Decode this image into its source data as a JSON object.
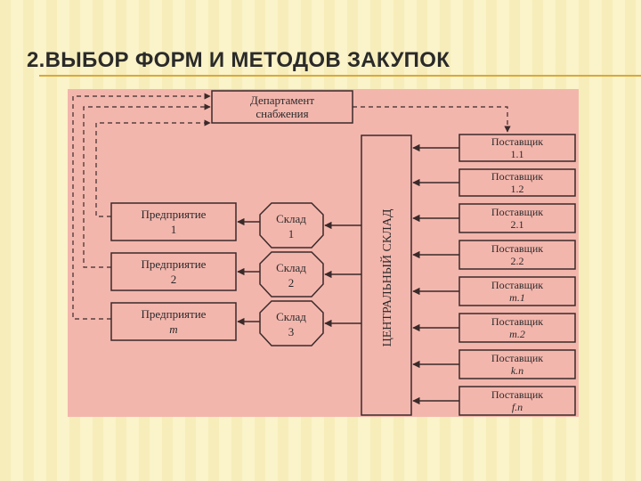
{
  "slide": {
    "title": "2.ВЫБОР ФОРМ И МЕТОДОВ ЗАКУПОК"
  },
  "diagram": {
    "department": {
      "line1": "Департамент",
      "line2": "снабжения"
    },
    "central_warehouse": "ЦЕНТРАЛЬНЫЙ СКЛАД",
    "enterprises": [
      {
        "line1": "Предприятие",
        "line2": "1"
      },
      {
        "line1": "Предприятие",
        "line2": "2"
      },
      {
        "line1": "Предприятие",
        "line2": "m"
      }
    ],
    "warehouses": [
      {
        "line1": "Склад",
        "line2": "1"
      },
      {
        "line1": "Склад",
        "line2": "2"
      },
      {
        "line1": "Склад",
        "line2": "3"
      }
    ],
    "suppliers": [
      {
        "line1": "Поставщик",
        "line2": "1.1"
      },
      {
        "line1": "Поставщик",
        "line2": "1.2"
      },
      {
        "line1": "Поставщик",
        "line2": "2.1"
      },
      {
        "line1": "Поставщик",
        "line2": "2.2"
      },
      {
        "line1": "Поставщик",
        "line2": "m.1"
      },
      {
        "line1": "Поставщик",
        "line2": "m.2"
      },
      {
        "line1": "Поставщик",
        "line2": "k.n"
      },
      {
        "line1": "Поставщик",
        "line2": "f.n"
      }
    ],
    "colors": {
      "panel": "#f3b6ad",
      "stroke": "#3a2a2a",
      "title_rule": "#d9a93a"
    }
  }
}
